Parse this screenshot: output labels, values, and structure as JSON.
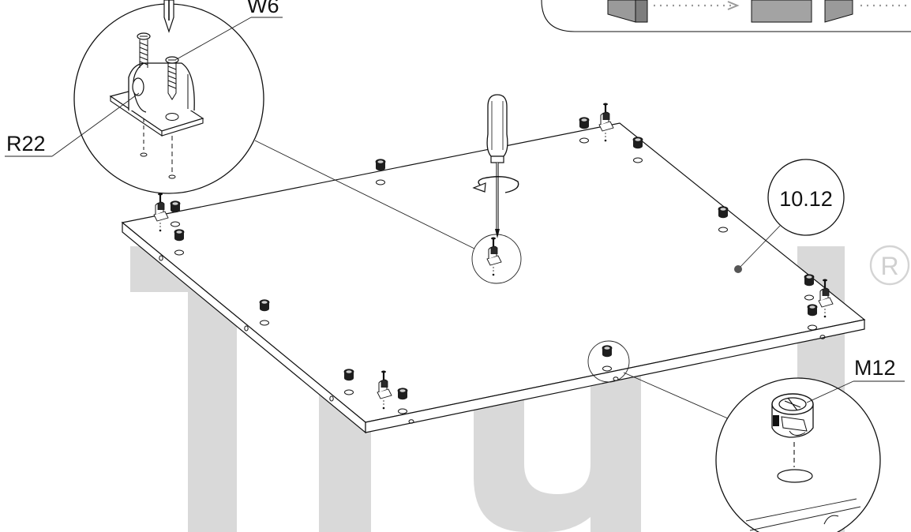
{
  "labels": {
    "screw_callout": "W6",
    "bracket_callout": "R22",
    "panel_callout": "10.12",
    "cam_callout": "M12"
  },
  "watermark": {
    "word": "True",
    "registered_mark": "R",
    "color": "#d9d9d9"
  },
  "colors": {
    "line": "#111111",
    "fitting_fill": "#1e1e1e",
    "callout_dot": "#555555"
  },
  "icons": [
    "screwdriver-icon",
    "rotation-arrow-icon",
    "box-icon",
    "arrow-right-icon"
  ]
}
